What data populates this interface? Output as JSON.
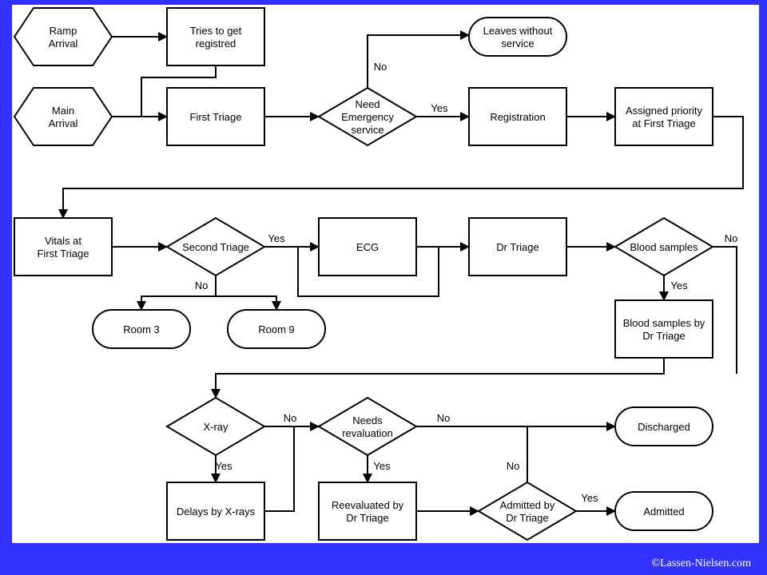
{
  "nodes": {
    "ramp_arrival": {
      "label": [
        "Ramp",
        "Arrival"
      ],
      "shape": "hexagon"
    },
    "main_arrival": {
      "label": [
        "Main",
        "Arrival"
      ],
      "shape": "hexagon"
    },
    "tries_registered": {
      "label": [
        "Tries to get",
        "registred"
      ],
      "shape": "process"
    },
    "first_triage": {
      "label": [
        "First Triage"
      ],
      "shape": "process"
    },
    "need_emergency": {
      "label": [
        "Need",
        "Emergency",
        "service"
      ],
      "shape": "decision"
    },
    "leaves_without_service": {
      "label": [
        "Leaves without",
        "service"
      ],
      "shape": "terminal"
    },
    "registration": {
      "label": [
        "Registration"
      ],
      "shape": "process"
    },
    "assigned_priority": {
      "label": [
        "Assigned priority",
        "at First Triage"
      ],
      "shape": "process"
    },
    "vitals": {
      "label": [
        "Vitals at",
        "First Triage"
      ],
      "shape": "process"
    },
    "second_triage": {
      "label": [
        "Second Triage"
      ],
      "shape": "decision"
    },
    "room3": {
      "label": [
        "Room 3"
      ],
      "shape": "terminal"
    },
    "room9": {
      "label": [
        "Room 9"
      ],
      "shape": "terminal"
    },
    "ecg": {
      "label": [
        "ECG"
      ],
      "shape": "process"
    },
    "dr_triage": {
      "label": [
        "Dr Triage"
      ],
      "shape": "process"
    },
    "blood_samples": {
      "label": [
        "Blood samples"
      ],
      "shape": "decision"
    },
    "blood_samples_by_dr": {
      "label": [
        "Blood samples by",
        "Dr Triage"
      ],
      "shape": "process"
    },
    "xray": {
      "label": [
        "X-ray"
      ],
      "shape": "decision"
    },
    "delays_xray": {
      "label": [
        "Delays by X-rays"
      ],
      "shape": "process"
    },
    "needs_reevaluation": {
      "label": [
        "Needs",
        "revaluation"
      ],
      "shape": "decision"
    },
    "reevaluated": {
      "label": [
        "Reevaluated by",
        "Dr Triage"
      ],
      "shape": "process"
    },
    "admitted_by_dr": {
      "label": [
        "Admitted by",
        "Dr Triage"
      ],
      "shape": "decision"
    },
    "discharged": {
      "label": [
        "Discharged"
      ],
      "shape": "terminal"
    },
    "admitted": {
      "label": [
        "Admitted"
      ],
      "shape": "terminal"
    }
  },
  "edge_labels": {
    "need_no": "No",
    "need_yes": "Yes",
    "second_yes": "Yes",
    "second_no": "No",
    "blood_no": "No",
    "blood_yes": "Yes",
    "xray_no": "No",
    "xray_yes": "Yes",
    "reeval_no": "No",
    "reeval_yes": "Yes",
    "admitted_no": "No",
    "admitted_yes": "Yes"
  },
  "colors": {
    "background": "#3333ff",
    "panel": "#ffffff",
    "stroke": "#000000"
  },
  "copyright": "©Lassen-Nielsen.com"
}
